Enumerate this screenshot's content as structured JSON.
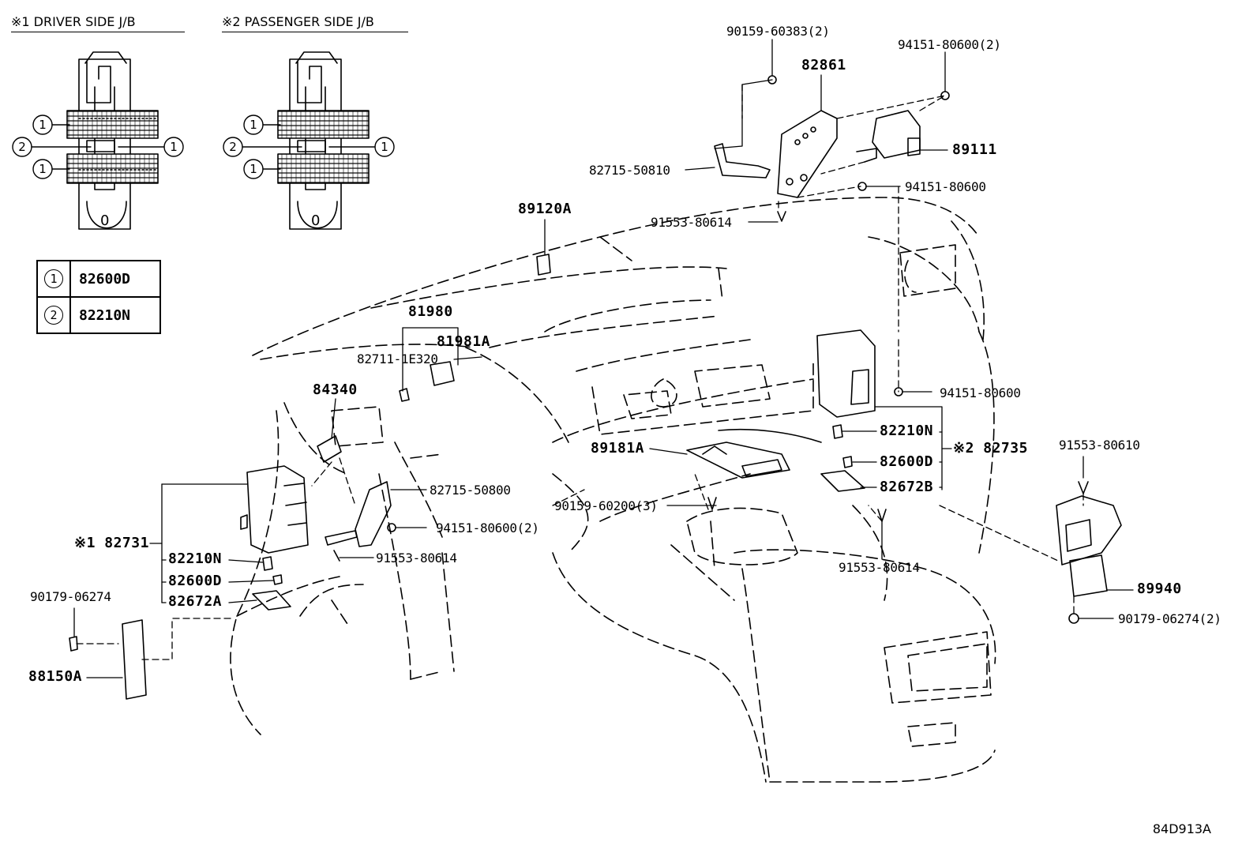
{
  "jb_headers": [
    "※1 DRIVER SIDE J/B",
    "※2 PASSENGER SIDE J/B"
  ],
  "legend": [
    {
      "mark": "1",
      "part": "82600D"
    },
    {
      "mark": "2",
      "part": "82210N"
    }
  ],
  "parts": {
    "p90159_60383": "90159-60383(2)",
    "p82861": "82861",
    "p94151_80600_2a": "94151-80600(2)",
    "p82715_50810": "82715-50810",
    "p89111": "89111",
    "p94151_80600_a": "94151-80600",
    "p89120A": "89120A",
    "p91553_80614_a": "91553-80614",
    "p81980": "81980",
    "p81981A": "81981A",
    "p82711_1E320": "82711-1E320",
    "p84340": "84340",
    "p94151_80600_b": "94151-80600",
    "p82210N_r": "82210N",
    "p82735": "※2 82735",
    "p91553_80610": "91553-80610",
    "p89181A": "89181A",
    "p82600D_r": "82600D",
    "p82672B": "82672B",
    "p82715_50800": "82715-50800",
    "p90159_60200": "90159-60200(3)",
    "p94151_80600_2b": "94151-80600(2)",
    "p91553_80614_b": "91553-80614",
    "p91553_80614_c": "91553-80614",
    "p89940": "89940",
    "p90179_06274_2": "90179-06274(2)",
    "p82731": "※1 82731",
    "p82210N_l": "82210N",
    "p82600D_l": "82600D",
    "p82672A": "82672A",
    "p90179_06274": "90179-06274",
    "p88150A": "88150A"
  },
  "drawing_code": "84D913A"
}
